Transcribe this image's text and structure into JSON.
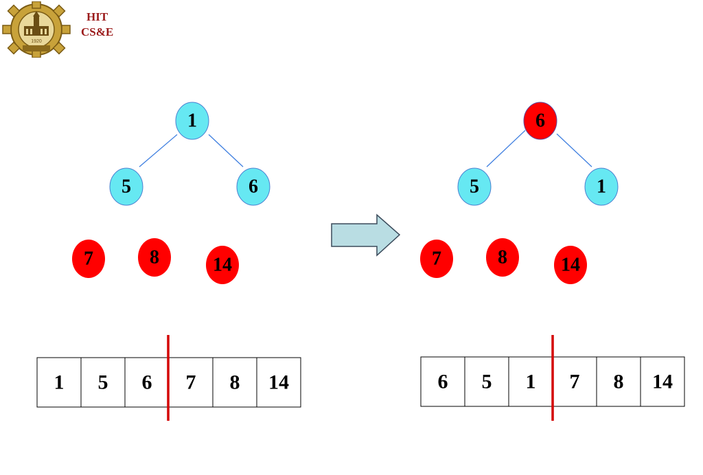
{
  "header": {
    "brand_line1": "HIT",
    "brand_line2": "CS&E",
    "logo_year": "1920"
  },
  "colors": {
    "heap_node": "#66e8f2",
    "sorted_node": "#ff0000",
    "edge": "#3f7fe0",
    "divider": "#d40000",
    "arrow_fill": "#b9dde3",
    "arrow_stroke": "#3a4a5a",
    "brand": "#9b1b1b"
  },
  "before": {
    "root": "1",
    "left": "5",
    "right": "6",
    "sorted": [
      "7",
      "8",
      "14"
    ],
    "array": [
      "1",
      "5",
      "6",
      "7",
      "8",
      "14"
    ]
  },
  "after": {
    "root": "6",
    "left": "5",
    "right": "1",
    "sorted": [
      "7",
      "8",
      "14"
    ],
    "array": [
      "6",
      "5",
      "1",
      "7",
      "8",
      "14"
    ]
  }
}
